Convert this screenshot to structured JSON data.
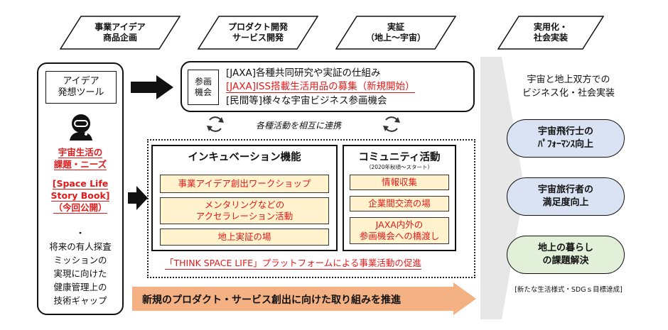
{
  "phases": [
    {
      "label": "事業アイデア\n商品企画"
    },
    {
      "label": "プロダクト開発\nサービス開発"
    },
    {
      "label": "実証\n（地上～宇宙）"
    },
    {
      "label": "実用化・\n社会実装"
    }
  ],
  "left": {
    "tool": "アイデア\n発想ツール",
    "needs": "宇宙生活の\n課題・ニーズ",
    "story": "[Space Life\nStory Book]\n（今回公開）",
    "dot": "・",
    "gap": "将来の有人探査\nミッションの\n実現に向けた\n健康管理上の\n技術ギャップ"
  },
  "participation": {
    "label": "参画\n機会",
    "lines": [
      "[JAXA]各種共同研究や実証の仕組み",
      "[JAXA]ISS搭載生活用品の募集（新規開始）",
      "[民間等]様々な宇宙ビジネス参画機会"
    ]
  },
  "mutual": "各種活動を相互に連携",
  "incubation": {
    "title": "インキュベーション機能",
    "items": [
      "事業アイデア創出ワークショップ",
      "メンタリングなどの\nアクセラレーション活動",
      "地上実証の場"
    ]
  },
  "community": {
    "title": "コミュニティ活動",
    "subtitle": "（2020年秋頃～スタート）",
    "items": [
      "情報収集",
      "企業間交流の場",
      "JAXA内外の\n参画機会への橋渡し"
    ]
  },
  "platform": "「THINK SPACE LIFE」プラットフォームによる事業活動の促進",
  "bottom": "新規のプロダクト・サービス創出に向けた取り組みを推進",
  "right": {
    "title": "宇宙と地上双方での\nビジネス化・社会実装",
    "outcomes": [
      "宇宙飛行士の\nﾊﾟﾌｫｰﾏﾝｽ向上",
      "宇宙旅行者の\n満足度向上",
      "地上の暮らし\nの課題解決"
    ],
    "sdg": "[新たな生活様式・SDGｓ目標達成]"
  },
  "colors": {
    "accent_red": "#e21a1a",
    "orange": "#f4b183",
    "yellow_box": "#fff2cc",
    "blue_pill": "#dae3f3",
    "green_pill": "#e2efd9",
    "grey_arrow": "#d9d9d9"
  }
}
